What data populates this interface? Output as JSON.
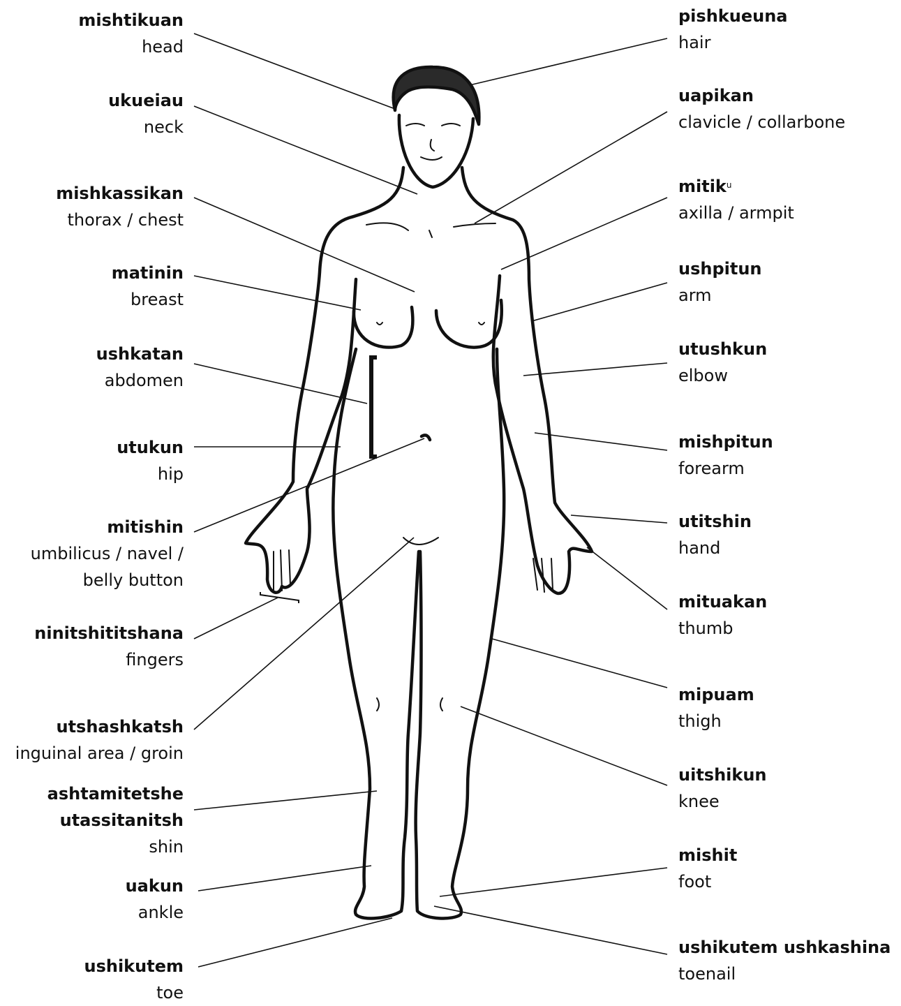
{
  "labels_left": [
    {
      "id": "head",
      "term": "mishtikuan",
      "gloss": [
        "head"
      ]
    },
    {
      "id": "neck",
      "term": "ukueiau",
      "gloss": [
        "neck"
      ]
    },
    {
      "id": "thorax",
      "term": "mishkassikan",
      "gloss": [
        "thorax / chest"
      ]
    },
    {
      "id": "breast",
      "term": "matinin",
      "gloss": [
        "breast"
      ]
    },
    {
      "id": "abdomen",
      "term": "ushkatan",
      "gloss": [
        "abdomen"
      ]
    },
    {
      "id": "hip",
      "term": "utukun",
      "gloss": [
        "hip"
      ]
    },
    {
      "id": "umbilicus",
      "term": "mitishin",
      "gloss": [
        "umbilicus / navel /",
        "belly button"
      ]
    },
    {
      "id": "fingers",
      "term": "ninitshititshana",
      "gloss": [
        "fingers"
      ]
    },
    {
      "id": "groin",
      "term": "utshashkatsh",
      "gloss": [
        "inguinal area / groin"
      ]
    },
    {
      "id": "shin",
      "term": "ashtamitetshe",
      "term2": "utassitanitsh",
      "gloss": [
        "shin"
      ]
    },
    {
      "id": "ankle",
      "term": "uakun",
      "gloss": [
        "ankle"
      ]
    },
    {
      "id": "toe",
      "term": "ushikutem",
      "gloss": [
        "toe"
      ]
    }
  ],
  "labels_right": [
    {
      "id": "hair",
      "term": "pishkueuna",
      "gloss": [
        "hair"
      ]
    },
    {
      "id": "clavicle",
      "term": "uapikan",
      "gloss": [
        "clavicle / collarbone"
      ]
    },
    {
      "id": "axilla",
      "term": "mitik",
      "superscript": "u",
      "gloss": [
        "axilla / armpit"
      ]
    },
    {
      "id": "arm",
      "term": "ushpitun",
      "gloss": [
        "arm"
      ]
    },
    {
      "id": "elbow",
      "term": "utushkun",
      "gloss": [
        "elbow"
      ]
    },
    {
      "id": "forearm",
      "term": "mishpitun",
      "gloss": [
        "forearm"
      ]
    },
    {
      "id": "hand",
      "term": "utitshin",
      "gloss": [
        "hand"
      ]
    },
    {
      "id": "thumb",
      "term": "mituakan",
      "gloss": [
        "thumb"
      ]
    },
    {
      "id": "thigh",
      "term": "mipuam",
      "gloss": [
        "thigh"
      ]
    },
    {
      "id": "knee",
      "term": "uitshikun",
      "gloss": [
        "knee"
      ]
    },
    {
      "id": "foot",
      "term": "mishit",
      "gloss": [
        "foot"
      ]
    },
    {
      "id": "toenail",
      "term": "ushikutem ushkashina",
      "gloss": [
        "toenail"
      ]
    }
  ]
}
